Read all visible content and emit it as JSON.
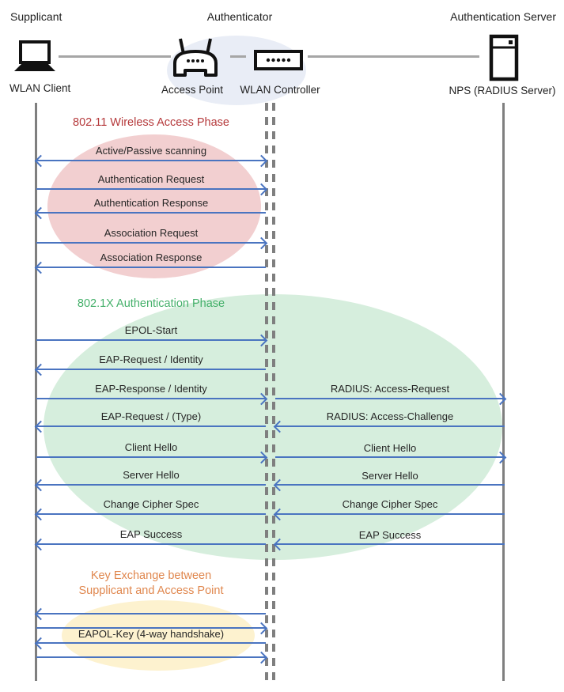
{
  "header": {
    "roles": [
      {
        "label": "Supplicant"
      },
      {
        "label": "Authenticator"
      },
      {
        "label": "Authentication Server"
      }
    ],
    "nodes": [
      {
        "label": "WLAN Client",
        "icon": "laptop-icon"
      },
      {
        "label": "Access Point",
        "icon": "wireless-router-icon"
      },
      {
        "label": "WLAN Controller",
        "icon": "switch-icon"
      },
      {
        "label": "NPS (RADIUS Server)",
        "icon": "server-icon"
      }
    ]
  },
  "phases": [
    {
      "title": "802.11 Wireless Access Phase",
      "title_color": "#b5393b",
      "ellipse_color": "#f2cfd0"
    },
    {
      "title": "802.1X Authentication Phase",
      "title_color": "#44b06a",
      "ellipse_color": "#d6eedd"
    },
    {
      "title_line1": "Key Exchange between",
      "title_line2": "Supplicant and Access Point",
      "title_color": "#e0874e",
      "ellipse_color": "#fdf2cf"
    }
  ],
  "messages": {
    "phase1": [
      {
        "label": "Active/Passive scanning",
        "direction": "both"
      },
      {
        "label": "Authentication Request",
        "direction": "right"
      },
      {
        "label": "Authentication Response",
        "direction": "left"
      },
      {
        "label": "Association Request",
        "direction": "right"
      },
      {
        "label": "Association Response",
        "direction": "left"
      }
    ],
    "phase2_left": [
      {
        "label": "EPOL-Start",
        "direction": "right"
      },
      {
        "label": "EAP-Request / Identity",
        "direction": "left"
      },
      {
        "label": "EAP-Response / Identity",
        "direction": "right"
      },
      {
        "label": "EAP-Request / (Type)",
        "direction": "left"
      },
      {
        "label": "Client Hello",
        "direction": "right"
      },
      {
        "label": "Server Hello",
        "direction": "left"
      },
      {
        "label": "Change Cipher Spec",
        "direction": "left"
      },
      {
        "label": "EAP Success",
        "direction": "left"
      }
    ],
    "phase2_right": [
      {
        "label": "RADIUS: Access-Request",
        "direction": "right"
      },
      {
        "label": "RADIUS: Access-Challenge",
        "direction": "left"
      },
      {
        "label": "Client Hello",
        "direction": "right"
      },
      {
        "label": "Server Hello",
        "direction": "left"
      },
      {
        "label": "Change Cipher Spec",
        "direction": "left"
      },
      {
        "label": "EAP Success",
        "direction": "left"
      }
    ],
    "phase3": {
      "label": "EAPOL-Key (4-way handshake)",
      "arrows": [
        "left",
        "right",
        "left",
        "right"
      ]
    }
  },
  "colors": {
    "arrow": "#4a74c0",
    "lifeline_gray": "#7f7f7f",
    "connector_gray": "#a6a6a6",
    "header_ellipse": "#e9edf6",
    "phase1_ellipse": "#f2cfd0",
    "phase2_ellipse": "#d6eedd",
    "phase3_ellipse": "#fdf2cf",
    "icon_black": "#111111"
  }
}
